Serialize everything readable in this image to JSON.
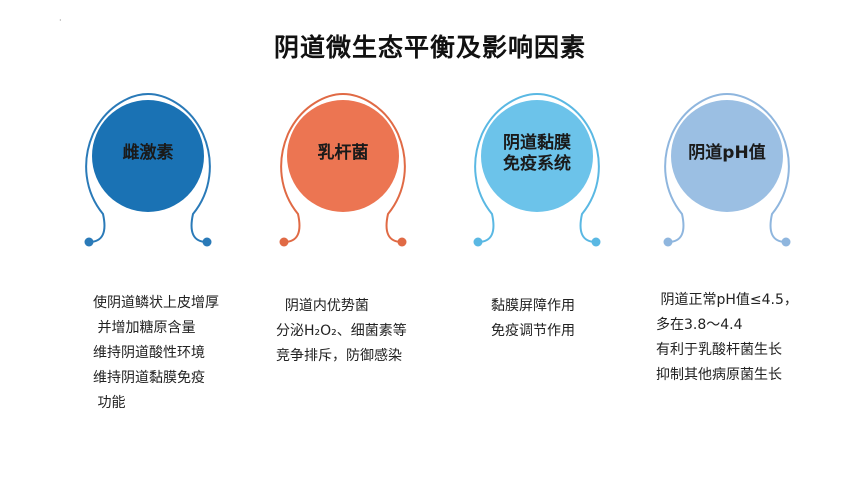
{
  "slide": {
    "title": "阴道微生态平衡及影响因素",
    "corner_mark": "·"
  },
  "cards": [
    {
      "label": "雌激素",
      "ring_color": "#2a7ab8",
      "fill_color": "#1a72b4",
      "label_color": "#1a1a1a",
      "lines": [
        "使阴道鳞状上皮增厚",
        " 并增加糖原含量",
        "维持阴道酸性环境",
        "维持阴道黏膜免疫",
        " 功能"
      ]
    },
    {
      "label": "乳杆菌",
      "ring_color": "#e06a45",
      "fill_color": "#ec7552",
      "label_color": "#1a1a1a",
      "lines": [
        "  阴道内优势菌",
        "分泌H₂O₂、细菌素等",
        "竞争排斥，防御感染"
      ]
    },
    {
      "label": "阴道黏膜\n免疫系统",
      "ring_color": "#5ab8e3",
      "fill_color": "#6cc3ea",
      "label_color": "#1a1a1a",
      "lines": [
        "黏膜屏障作用",
        "免疫调节作用"
      ]
    },
    {
      "label": "阴道pH值",
      "ring_color": "#8fb6de",
      "fill_color": "#9bbfe3",
      "label_color": "#1a1a1a",
      "lines": [
        " 阴道正常pH值≤4.5，",
        "多在3.8～4.4",
        "有利于乳酸杆菌生长",
        "抑制其他病原菌生长"
      ]
    }
  ]
}
